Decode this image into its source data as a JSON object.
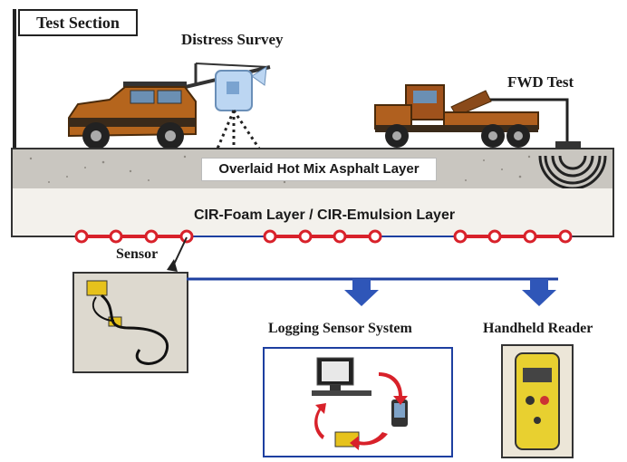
{
  "labels": {
    "test_section": "Test Section",
    "distress_survey": "Distress Survey",
    "fwd_test": "FWD Test",
    "overlay_layer": "Overlaid Hot Mix Asphalt Layer",
    "cir_layer": "CIR-Foam Layer / CIR-Emulsion Layer",
    "sensor": "Sensor",
    "logging_system": "Logging Sensor System",
    "handheld_reader": "Handheld Reader"
  },
  "colors": {
    "sensor_chain": "#d8212a",
    "connector_line": "#1d3fa0",
    "arrow": "#2f56b8",
    "road_top": "#c9c6c0",
    "road_bottom": "#f3f1ec"
  },
  "icons": {
    "survey_vehicle": "suv-with-boom-icon",
    "camera_rig": "camera-tripod-icon",
    "fwd_truck": "fwd-truck-icon",
    "load_waves": "load-wave-icon",
    "sensor_node": "sensor-node-icon",
    "monitor": "computer-monitor-icon",
    "pda": "pda-icon",
    "cycle_arrow": "cycle-arrow-icon",
    "down_arrow": "down-arrow-icon"
  }
}
